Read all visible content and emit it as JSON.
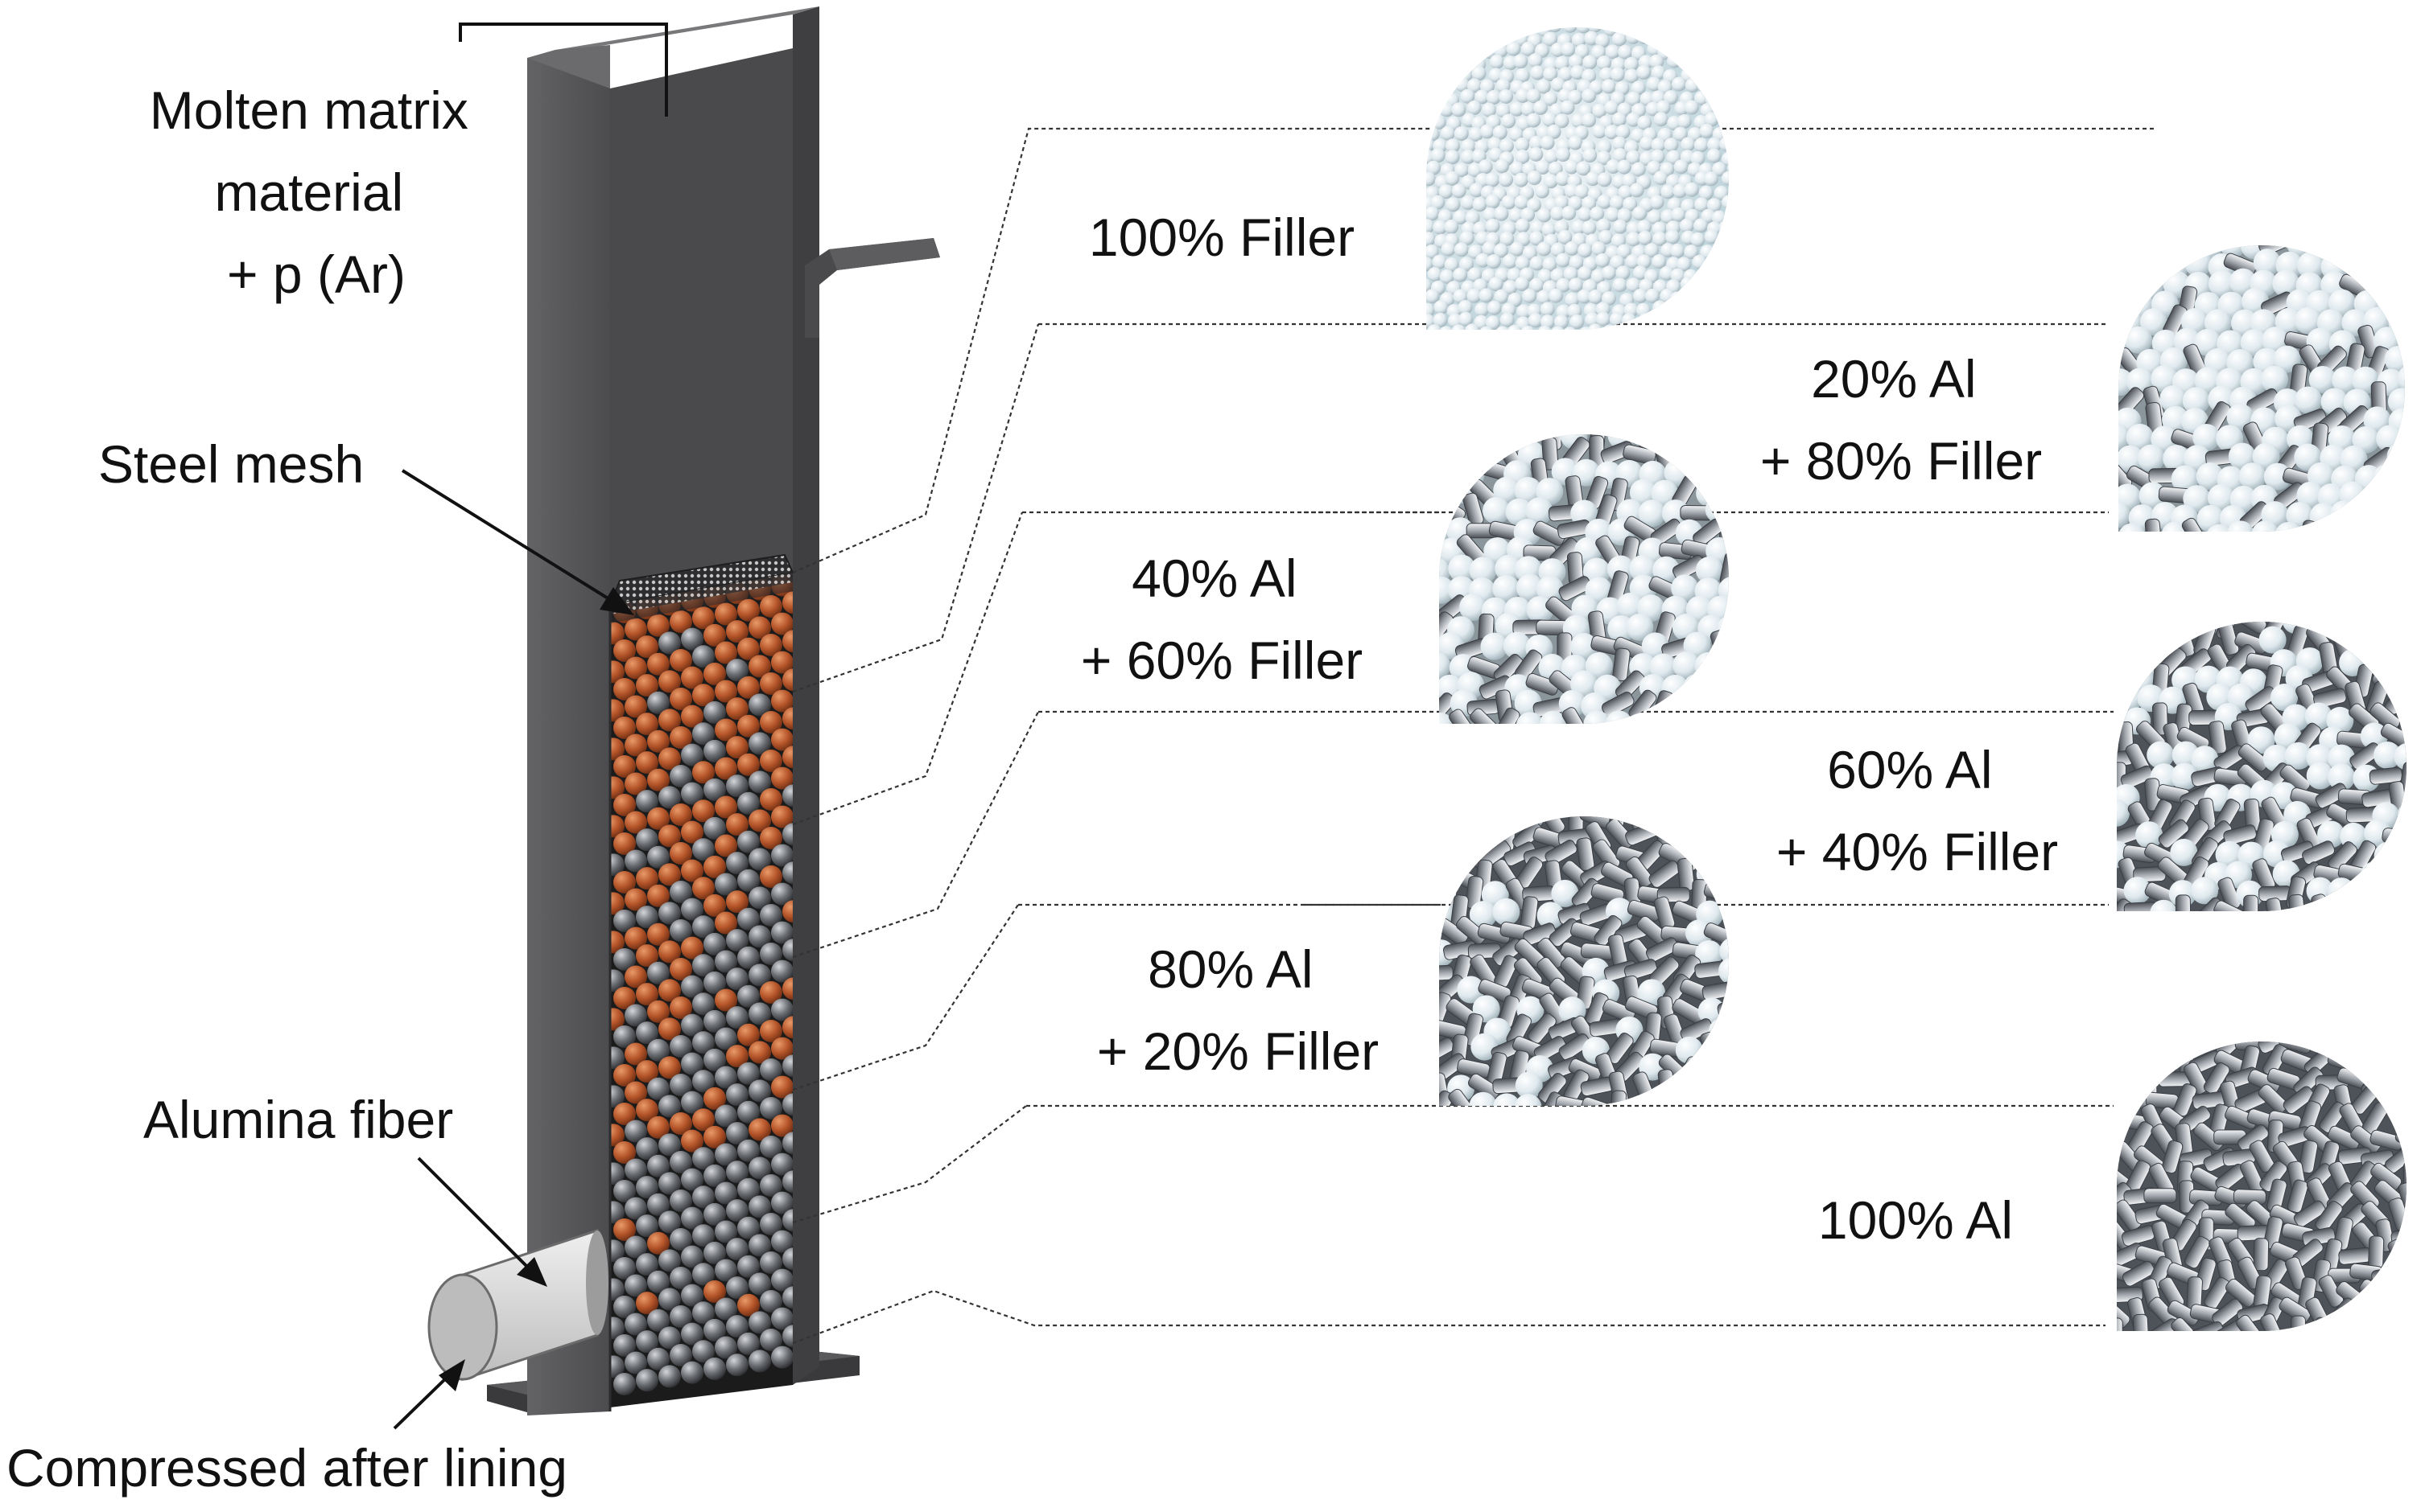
{
  "colors": {
    "column_front": "#58585b",
    "column_side": "#3f3f42",
    "column_inner": "#4a4a4d",
    "copper_particle": "#b5552a",
    "aluminum_particle": "#6a6d72",
    "filler_particle": "#dfe9ee",
    "fiber_plug": "#d9d9d9"
  },
  "labels": {
    "molten": [
      "Molten matrix",
      "material",
      "+ p (Ar)"
    ],
    "steel_mesh": "Steel mesh",
    "alumina_fiber": "Alumina fiber",
    "compressed": "Compressed after lining"
  },
  "layers": [
    {
      "lines": [
        "100% Filler"
      ],
      "al_fraction": 0.0
    },
    {
      "lines": [
        "20% Al",
        "+ 80% Filler"
      ],
      "al_fraction": 0.2
    },
    {
      "lines": [
        "40% Al",
        "+ 60% Filler"
      ],
      "al_fraction": 0.4
    },
    {
      "lines": [
        "60% Al",
        "+ 40% Filler"
      ],
      "al_fraction": 0.6
    },
    {
      "lines": [
        "80% Al",
        "+ 20% Filler"
      ],
      "al_fraction": 0.8
    },
    {
      "lines": [
        "100% Al"
      ],
      "al_fraction": 1.0
    }
  ]
}
